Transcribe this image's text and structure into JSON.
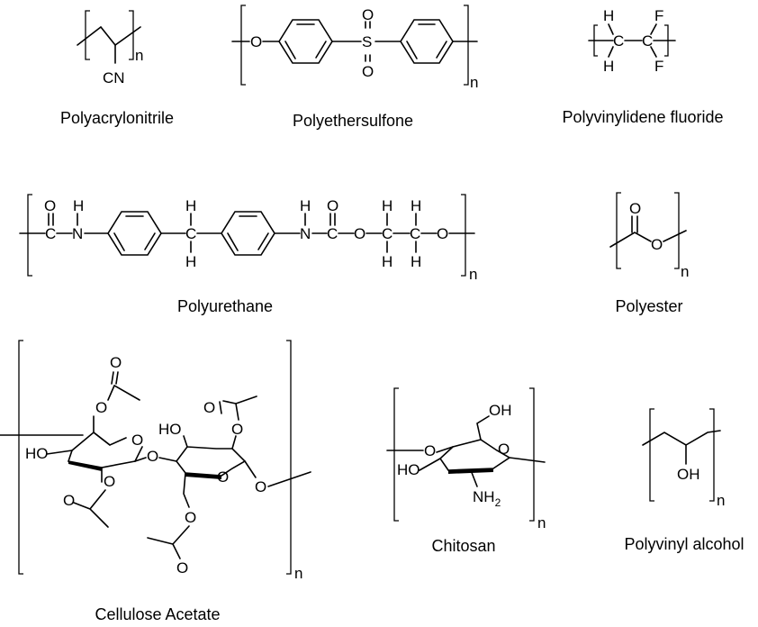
{
  "structures": [
    {
      "id": "pan",
      "caption": "Polyacrylonitrile",
      "labels": {
        "group": "CN",
        "n": "n"
      }
    },
    {
      "id": "pes",
      "caption": "Polyethersulfone",
      "labels": {
        "o": "O",
        "s": "S",
        "o_top": "O",
        "o_bottom": "O",
        "n": "n"
      }
    },
    {
      "id": "pvdf",
      "caption": "Polyvinylidene fluoride",
      "labels": {
        "h_top": "H",
        "h_bottom": "H",
        "c1": "C",
        "c2": "C",
        "f_top": "F",
        "f_bottom": "F"
      }
    },
    {
      "id": "pu",
      "caption": "Polyurethane",
      "labels": {
        "o1": "O",
        "c1": "C",
        "n1": "N",
        "h1": "H",
        "h_top": "H",
        "c_mid": "C",
        "h_bottom": "H",
        "h2": "H",
        "n2": "N",
        "c2": "C",
        "o2": "O",
        "o3": "O",
        "h3": "H",
        "c3": "C",
        "h4": "H",
        "h5": "H",
        "c4": "C",
        "h6": "H",
        "o4": "O",
        "n": "n"
      }
    },
    {
      "id": "pe",
      "caption": "Polyester",
      "labels": {
        "o_carbonyl": "O",
        "o_ester": "O",
        "n": "n"
      }
    },
    {
      "id": "ca",
      "caption": "Cellulose Acetate",
      "labels": {
        "o1": "O",
        "o2": "O",
        "ho": "HO",
        "o_ring1": "O",
        "o_link": "O",
        "o3": "O",
        "o4": "O",
        "ho2": "HO",
        "o5": "O",
        "o6": "O",
        "o_ring2": "O",
        "o_end": "O",
        "o7": "O",
        "o8": "O",
        "n": "n"
      }
    },
    {
      "id": "chitosan",
      "caption": "Chitosan",
      "labels": {
        "oh": "OH",
        "o_left": "O",
        "ho": "HO",
        "o_ring": "O",
        "nh": "NH",
        "nh_sub": "2",
        "n": "n"
      }
    },
    {
      "id": "pva",
      "caption": "Polyvinyl alcohol",
      "labels": {
        "oh": "OH",
        "n": "n"
      }
    }
  ]
}
